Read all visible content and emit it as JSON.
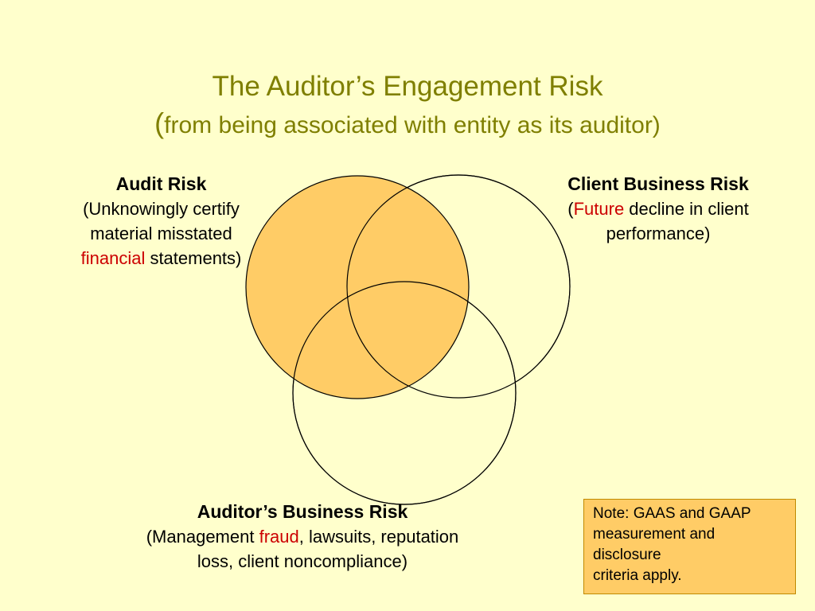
{
  "title": {
    "line1": "The Auditor’s Engagement Risk",
    "line2_open_paren": "(",
    "line2_text": "from being associated with entity as its auditor)"
  },
  "colors": {
    "background": "#ffffcc",
    "title": "#7f7f00",
    "audit_risk_fill": "#ffcc66",
    "accent_red": "#cc0000",
    "note_fill": "#ffcc66"
  },
  "circles": {
    "audit_risk": "Audit Risk",
    "client_business_risk": "Client Business Risk",
    "auditors_business_risk": "Auditor’s Business Risk"
  },
  "audit_risk": {
    "heading": "Audit Risk",
    "line1": "(Unknowingly certify",
    "line2": "material misstated",
    "line3_red": "financial",
    "line3_rest": " statements)"
  },
  "client_risk": {
    "heading": "Client Business Risk",
    "open_paren": "(",
    "line1_red": "Future",
    "line1_rest": " decline in client",
    "line2": "performance)"
  },
  "auditor_risk": {
    "heading": "Auditor’s Business Risk",
    "line1_pre": "(Management ",
    "line1_red": "fraud",
    "line1_post": ", lawsuits, reputation",
    "line2": "loss, client noncompliance)"
  },
  "note": {
    "line1": "Note:  GAAS and GAAP",
    "line2": "measurement and",
    "line3": "disclosure",
    "line4": "criteria apply."
  }
}
